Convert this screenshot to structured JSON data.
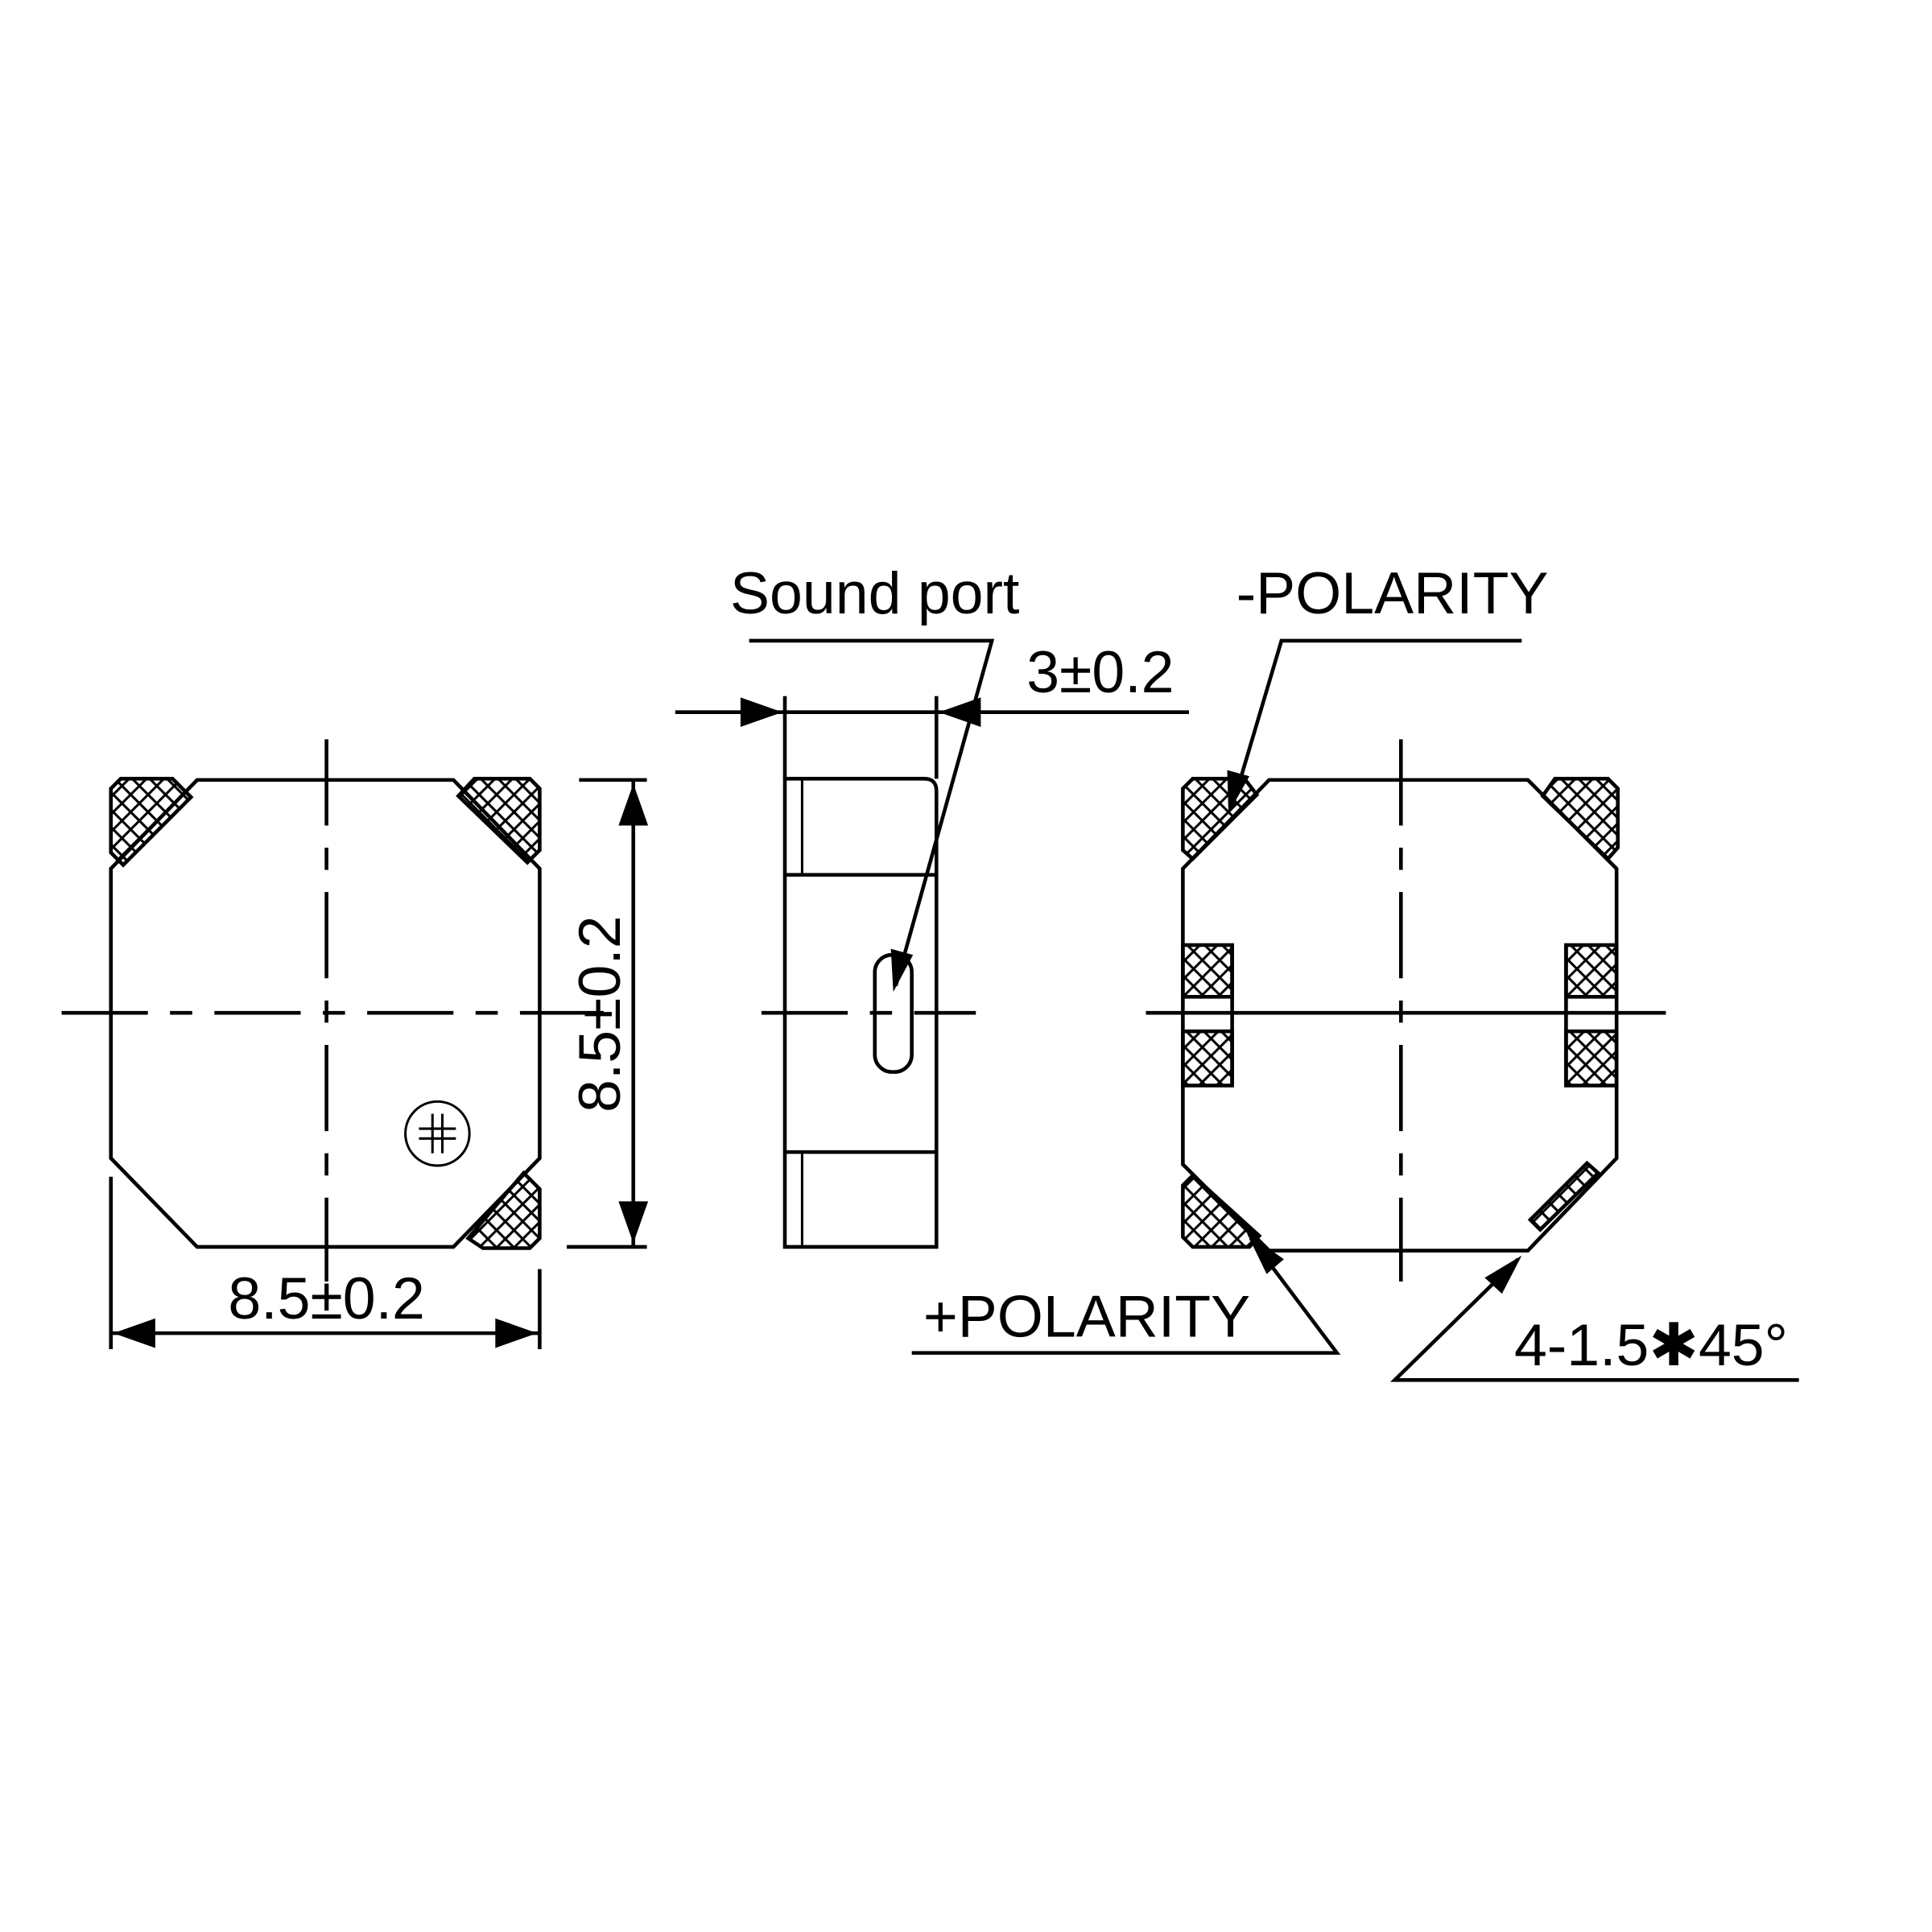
{
  "labels": {
    "width_dim": "8.5±0.2",
    "height_dim": "8.5±0.2",
    "sound_port": "Sound port",
    "thickness_dim": "3±0.2",
    "neg_polarity": "-POLARITY",
    "pos_polarity": "+POLARITY",
    "chamfer": "4-1.5✱45°"
  },
  "colors": {
    "line": "#000000",
    "background": "#ffffff"
  }
}
